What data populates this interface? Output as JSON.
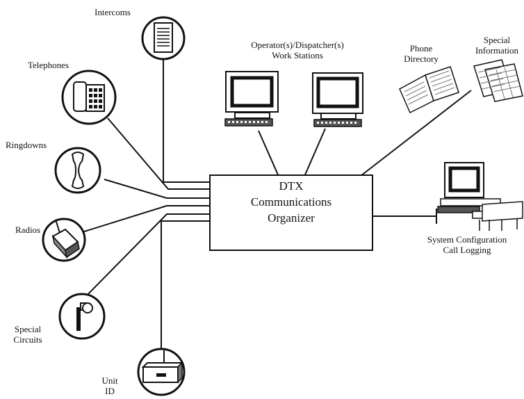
{
  "center_box": {
    "line1": "DTX",
    "line2": "Communications",
    "line3": "Organizer"
  },
  "labels": {
    "intercoms": "Intercoms",
    "telephones": "Telephones",
    "ringdowns": "Ringdowns",
    "radios": "Radios",
    "special_circuits_1": "Special",
    "special_circuits_2": "Circuits",
    "unit_id_1": "Unit",
    "unit_id_2": "ID",
    "workstations_1": "Operator(s)/Dispatcher(s)",
    "workstations_2": "Work Stations",
    "phone_directory_1": "Phone",
    "phone_directory_2": "Directory",
    "special_info_1": "Special",
    "special_info_2": "Information",
    "system_config_1": "System Configuration",
    "system_config_2": "Call Logging"
  }
}
